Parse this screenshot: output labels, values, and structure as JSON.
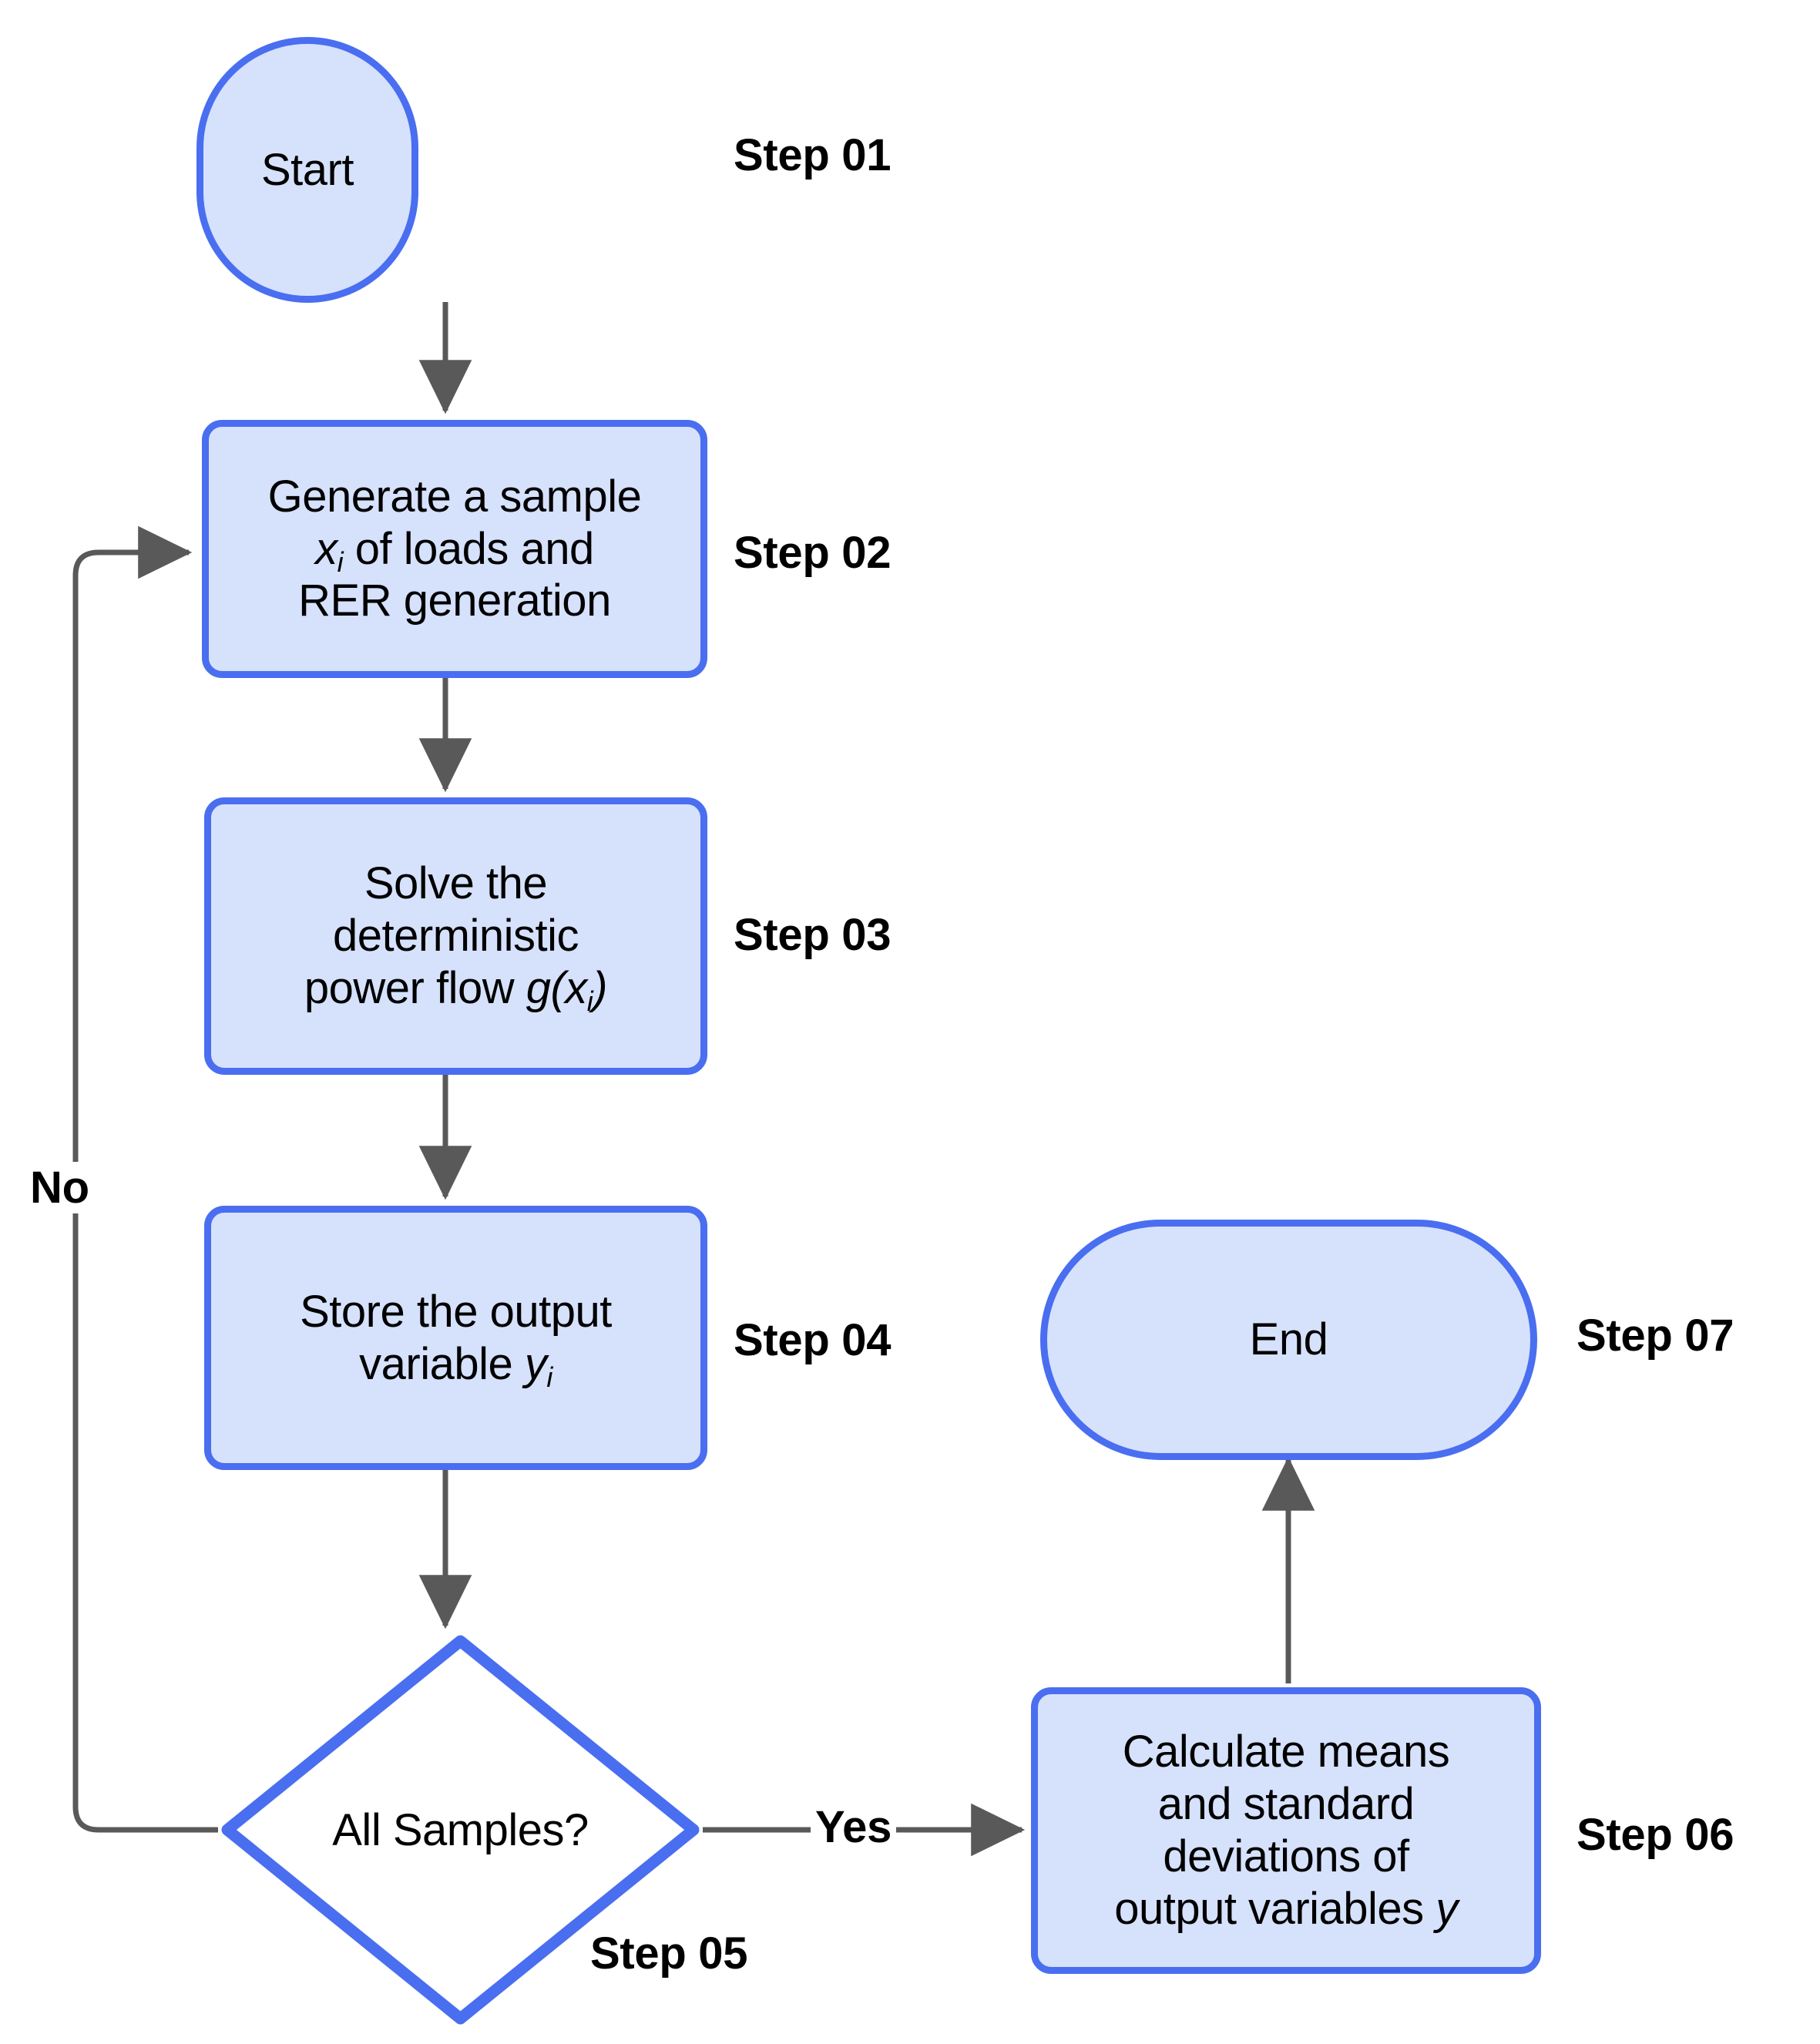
{
  "diagram": {
    "title": "Monte Carlo probabilistic power flow flowchart",
    "type": "flowchart",
    "background_color": "#ffffff",
    "node_fill": "#d6e1fc",
    "node_stroke": "#4a6ef0",
    "edge_color": "#595959",
    "text_color": "#000000"
  },
  "nodes": {
    "start": {
      "label": "Start",
      "shape": "terminal",
      "step": "Step 01"
    },
    "sample": {
      "line1": "Generate a sample",
      "var": "x",
      "var_sub": "i",
      "line2_tail": " of loads and",
      "line3": "RER generation",
      "shape": "process",
      "step": "Step 02"
    },
    "solve": {
      "line1": "Solve the",
      "line2": "deterministic",
      "line3_head": "power flow ",
      "func": "g(x",
      "func_sub": "i",
      "func_tail": ")",
      "shape": "process",
      "step": "Step 03"
    },
    "store": {
      "line1": "Store the output",
      "line2_head": "variable ",
      "var": "y",
      "var_sub": "i",
      "shape": "process",
      "step": "Step 04"
    },
    "decision": {
      "label": "All Samples?",
      "shape": "diamond",
      "step": "Step 05"
    },
    "stats": {
      "line1": "Calculate means",
      "line2": "and standard",
      "line3": "deviations of",
      "line4_head": "output variables ",
      "var": "y",
      "shape": "process",
      "step": "Step 06"
    },
    "end": {
      "label": "End",
      "shape": "terminal",
      "step": "Step 07"
    }
  },
  "edges": {
    "start_to_sample": {
      "label": ""
    },
    "sample_to_solve": {
      "label": ""
    },
    "solve_to_store": {
      "label": ""
    },
    "store_to_decision": {
      "label": ""
    },
    "decision_no_loop": {
      "label": "No"
    },
    "decision_yes": {
      "label": "Yes"
    },
    "stats_to_end": {
      "label": ""
    }
  }
}
